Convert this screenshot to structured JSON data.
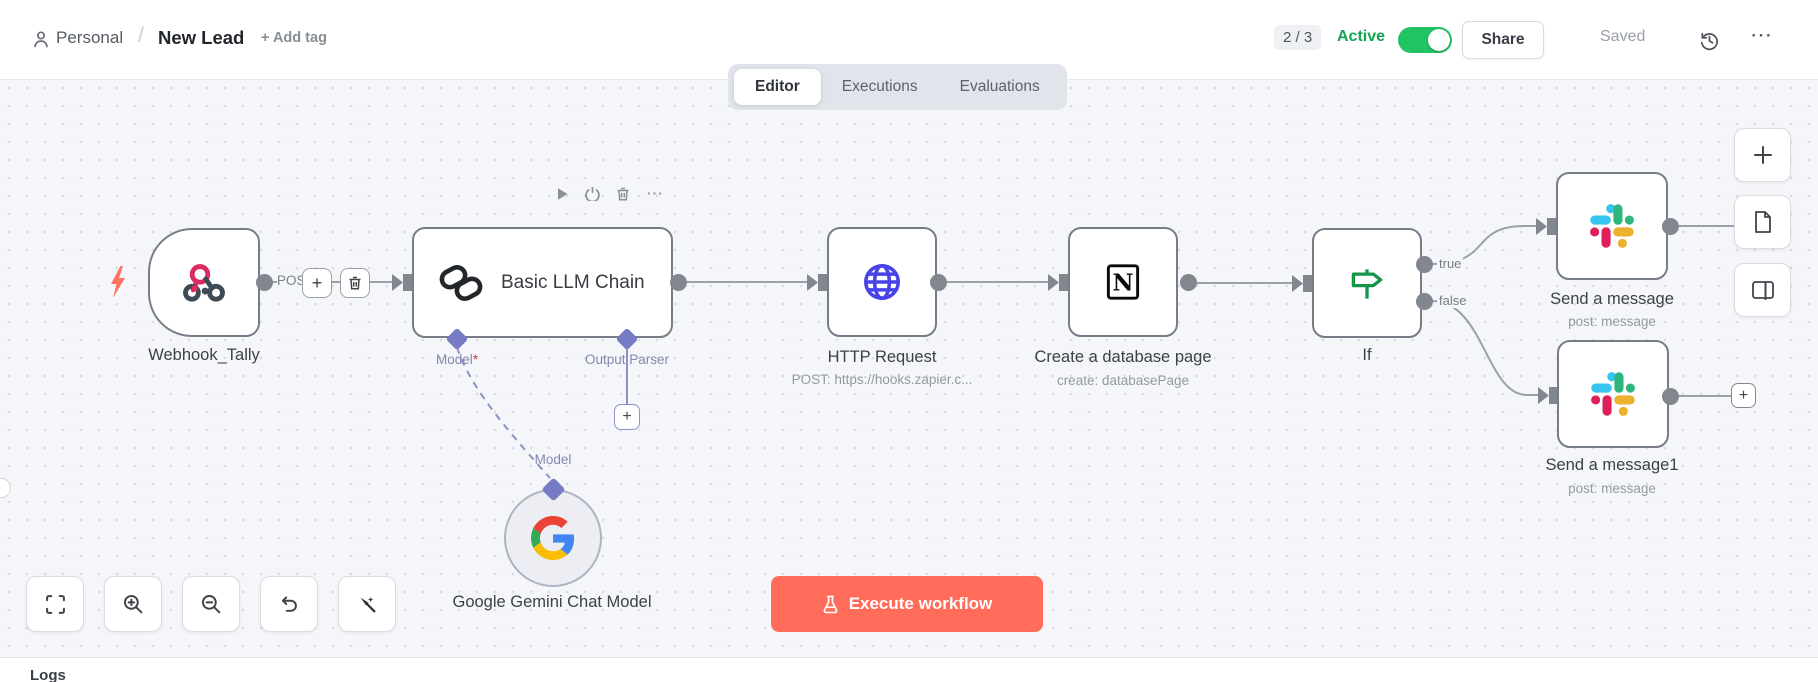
{
  "header": {
    "project": "Personal",
    "separator": "/",
    "workflow_name": "New Lead",
    "add_tag": "+ Add tag",
    "version": "2 / 3",
    "active": "Active",
    "share": "Share",
    "saved": "Saved",
    "more": "⋯"
  },
  "tabs": [
    {
      "label": "Editor"
    },
    {
      "label": "Executions"
    },
    {
      "label": "Evaluations"
    }
  ],
  "nodes": {
    "webhook": {
      "label": "Webhook_Tally"
    },
    "llm": {
      "title": "Basic LLM Chain",
      "model_port": "Model",
      "model_required": "*",
      "parser_port": "Output Parser"
    },
    "http": {
      "label": "HTTP Request",
      "sub": "POST: https://hooks.zapier.c..."
    },
    "notion": {
      "label": "Create a database page",
      "sub": "create: databasePage"
    },
    "if": {
      "label": "If",
      "true_output": "true",
      "false_output": "false"
    },
    "slack1": {
      "label": "Send a message",
      "sub": "post: message"
    },
    "slack2": {
      "label": "Send a message1",
      "sub": "post: message"
    },
    "gemini": {
      "label": "Google Gemini Chat Model",
      "model_port": "Model"
    }
  },
  "connections": {
    "webhook_to_llm_label": "POST"
  },
  "node_toolbar": {
    "ellipsis": "⋯"
  },
  "canvas": {
    "execute": "Execute workflow",
    "logs": "Logs",
    "plus": "+"
  },
  "colors": {
    "accent": "#ff6d5a",
    "active_green": "#21c463",
    "port_purple": "#767bc4",
    "http_blue": "#4743e8",
    "if_green": "#169549",
    "notion_black": "#0b0b0b",
    "webhook_pink": "#dd2a5f",
    "webhook_dark": "#3e4a54",
    "slack_blue": "#36c5f0",
    "slack_green": "#2eb67d",
    "slack_yellow": "#ecb22e",
    "slack_red": "#e01e5a",
    "google_blue": "#4285f4",
    "google_green": "#34a853",
    "google_yellow": "#fbbc05",
    "google_red": "#ea4335"
  }
}
